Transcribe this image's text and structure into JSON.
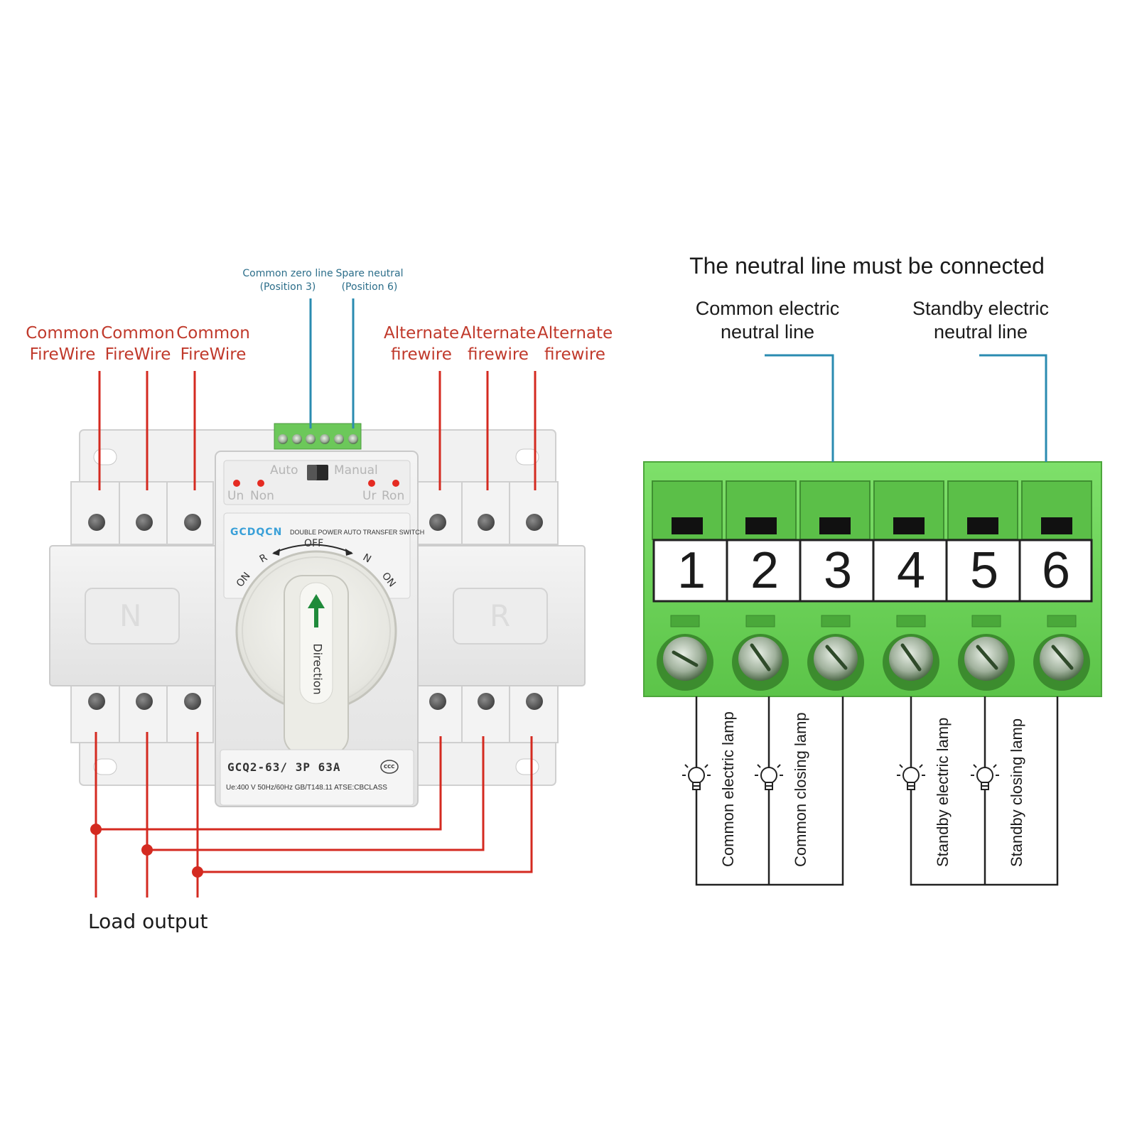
{
  "left": {
    "common_labels": [
      {
        "line1": "Common",
        "line2": "FireWire"
      },
      {
        "line1": "Common",
        "line2": "FireWire"
      },
      {
        "line1": "Common",
        "line2": "FireWire"
      }
    ],
    "alternate_labels": [
      {
        "line1": "Alternate",
        "line2": "firewire"
      },
      {
        "line1": "Alternate",
        "line2": "firewire"
      },
      {
        "line1": "Alternate",
        "line2": "firewire"
      }
    ],
    "common_zero": {
      "line1": "Common zero line",
      "line2": "(Position 3)"
    },
    "spare_neutral": {
      "line1": "Spare neutral",
      "line2": "(Position 6)"
    },
    "load_output": "Load output",
    "device": {
      "brand": "GCDQCN",
      "subtitle": "DOUBLE POWER AUTO TRANSFER SWITCH",
      "auto": "Auto",
      "manual": "Manual",
      "un": "Un",
      "non": "Non",
      "ur": "Ur",
      "ron": "Ron",
      "off": "OFF",
      "on_left": "ON",
      "on_right": "ON",
      "r_mark": "R",
      "n_mark": "N",
      "side_left": "N",
      "side_right": "R",
      "direction": "Direction",
      "model": "GCQ2-63/ 3P 63A",
      "ratings": "Ue:400 V  50Hz/60Hz  GB/T148.11  ATSE:CBCLASS",
      "cert": "CCC"
    }
  },
  "right": {
    "title": "The neutral line must be connected",
    "common_neutral": {
      "line1": "Common electric",
      "line2": "neutral line"
    },
    "standby_neutral": {
      "line1": "Standby electric",
      "line2": "neutral line"
    },
    "terminals": [
      "1",
      "2",
      "3",
      "4",
      "5",
      "6"
    ],
    "lamps": [
      "Common electric lamp",
      "Common closing lamp",
      "Standby electric lamp",
      "Standby closing lamp"
    ]
  },
  "colors": {
    "wire_red": "#d42a20",
    "wire_blue": "#2a8bb0",
    "terminal_green": "#6fd15a",
    "device_body": "#ececec",
    "brand_blue": "#3aa0d8"
  }
}
